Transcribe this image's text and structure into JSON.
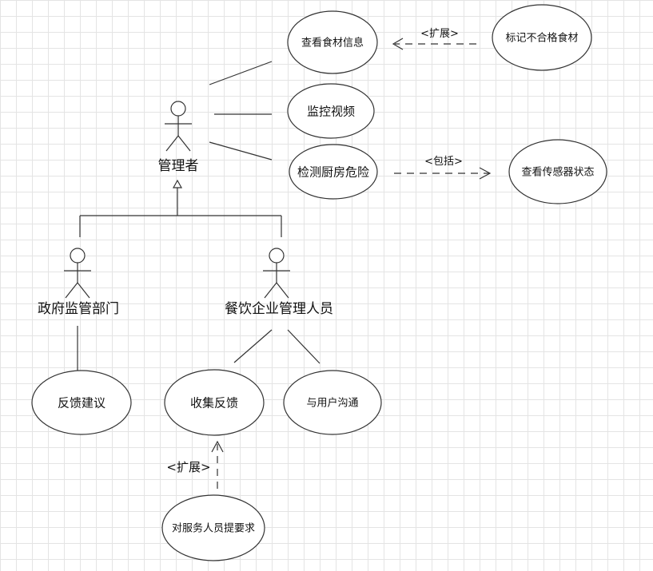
{
  "actors": {
    "manager": "管理者",
    "government": "政府监管部门",
    "catering_staff": "餐饮企业管理人员"
  },
  "use_cases": {
    "view_food_info": "查看食材信息",
    "mark_unqualified": "标记不合格食材",
    "monitor_video": "监控视频",
    "detect_kitchen_risk": "检测厨房危险",
    "view_sensor_status": "查看传感器状态",
    "feedback_suggestion": "反馈建议",
    "collect_feedback": "收集反馈",
    "communicate_users": "与用户沟通",
    "request_service_staff": "对服务人员提要求"
  },
  "stereotypes": {
    "extend_top": "<扩展>",
    "include": "<包括>",
    "extend_bottom": "<扩展>"
  }
}
